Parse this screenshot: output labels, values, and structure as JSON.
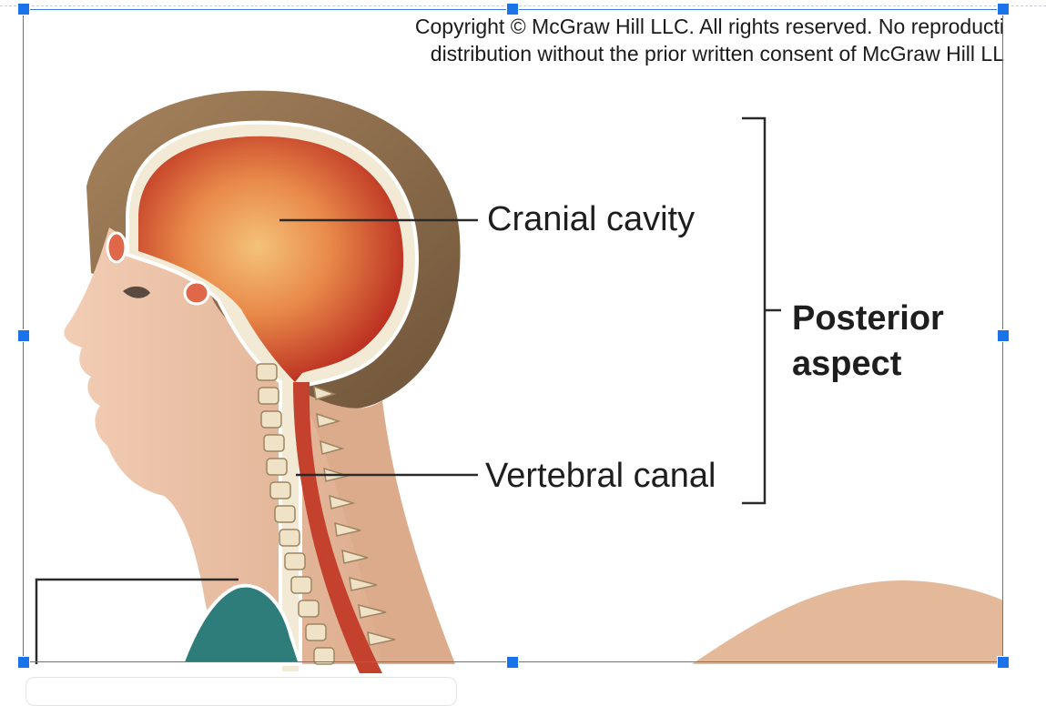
{
  "copyright": {
    "line1": "Copyright © McGraw Hill LLC. All rights reserved. No reproducti",
    "line2": "distribution without the prior written consent of McGraw Hill LL"
  },
  "labels": {
    "cranial_cavity": "Cranial cavity",
    "vertebral_canal": "Vertebral canal",
    "posterior_line1": "Posterior",
    "posterior_line2": "aspect"
  },
  "colors": {
    "selection": "#1a73e8",
    "cavity": "#c0392b",
    "hair": "#8b6a4a",
    "skin": "#e8bea0",
    "lung": "#2e7d7a",
    "bone": "#e9dcc0"
  }
}
